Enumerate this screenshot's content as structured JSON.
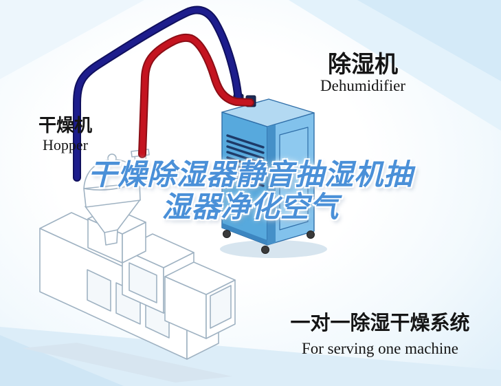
{
  "headline": {
    "line1": "干燥除湿器静音抽湿机抽",
    "line2": "湿器净化空气",
    "color": "#4a90d8"
  },
  "labels": {
    "dehumidifier": {
      "zh": "除湿机",
      "en": "Dehumidifier"
    },
    "hopper": {
      "zh": "干燥机",
      "en": "Hopper"
    },
    "tagline": {
      "zh": "一对一除湿干燥系统",
      "en": "For serving one machine"
    }
  },
  "illustration": {
    "pipe_red_color": "#c41420",
    "pipe_red_dark": "#8c0e16",
    "pipe_blue_color": "#1d1d8c",
    "pipe_blue_dark": "#10105e",
    "dehumidifier_front_color": "#57a9dd",
    "dehumidifier_side_color": "#82c2ec",
    "dehumidifier_top_color": "#b3d9f2",
    "machine_outline_color": "#9fb2c2",
    "background_tint": "#d9ecf8",
    "parts": [
      "extruder-machine",
      "hopper-dryer",
      "dehumidifier-unit",
      "blue-supply-air-pipe",
      "red-return-air-pipe"
    ]
  }
}
